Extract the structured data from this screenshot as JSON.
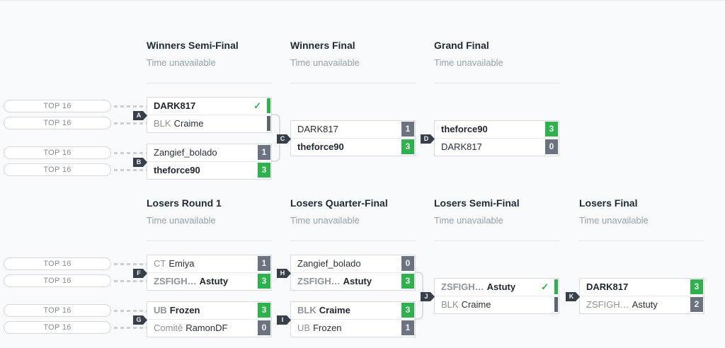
{
  "labels": {
    "seed_pill": "TOP 16"
  },
  "icons": {
    "check": "✓"
  },
  "colors": {
    "win_green": "#2fb14d",
    "loss_gray": "#6b7380",
    "badge_dark": "#373f4b"
  },
  "rounds": {
    "winners_semi_final": {
      "title": "Winners Semi-Final",
      "time": "Time unavailable"
    },
    "winners_final": {
      "title": "Winners Final",
      "time": "Time unavailable"
    },
    "grand_final": {
      "title": "Grand Final",
      "time": "Time unavailable"
    },
    "losers_round_1": {
      "title": "Losers Round 1",
      "time": "Time unavailable"
    },
    "losers_quarter_final": {
      "title": "Losers Quarter-Final",
      "time": "Time unavailable"
    },
    "losers_semi_final": {
      "title": "Losers Semi-Final",
      "time": "Time unavailable"
    },
    "losers_final": {
      "title": "Losers Final",
      "time": "Time unavailable"
    }
  },
  "matches": {
    "A": {
      "label": "A",
      "p1": {
        "name": "DARK817"
      },
      "p2": {
        "tag": "BLK",
        "name": "Craime"
      }
    },
    "B": {
      "label": "B",
      "p1": {
        "name": "Zangief_bolado",
        "score": "1"
      },
      "p2": {
        "name": "theforce90",
        "score": "3"
      }
    },
    "C": {
      "label": "C",
      "p1": {
        "name": "DARK817",
        "score": "1"
      },
      "p2": {
        "name": "theforce90",
        "score": "3"
      }
    },
    "D": {
      "label": "D",
      "p1": {
        "name": "theforce90",
        "score": "3"
      },
      "p2": {
        "name": "DARK817",
        "score": "0"
      }
    },
    "F": {
      "label": "F",
      "p1": {
        "tag": "CT",
        "name": "Emiya",
        "score": "1"
      },
      "p2": {
        "tag": "ZSFIGH…",
        "name": "Astuty",
        "score": "3"
      }
    },
    "G": {
      "label": "G",
      "p1": {
        "tag": "UB",
        "name": "Frozen",
        "score": "3"
      },
      "p2": {
        "tag": "Comitê",
        "name": "RamonDF",
        "score": "0"
      }
    },
    "H": {
      "label": "H",
      "p1": {
        "name": "Zangief_bolado",
        "score": "0"
      },
      "p2": {
        "tag": "ZSFIGH…",
        "name": "Astuty",
        "score": "3"
      }
    },
    "I": {
      "label": "I",
      "p1": {
        "tag": "BLK",
        "name": "Craime",
        "score": "3"
      },
      "p2": {
        "tag": "UB",
        "name": "Frozen",
        "score": "1"
      }
    },
    "J": {
      "label": "J",
      "p1": {
        "tag": "ZSFIGH…",
        "name": "Astuty"
      },
      "p2": {
        "tag": "BLK",
        "name": "Craime"
      }
    },
    "K": {
      "label": "K",
      "p1": {
        "name": "DARK817",
        "score": "3"
      },
      "p2": {
        "tag": "ZSFIGH…",
        "name": "Astuty",
        "score": "2"
      }
    }
  }
}
